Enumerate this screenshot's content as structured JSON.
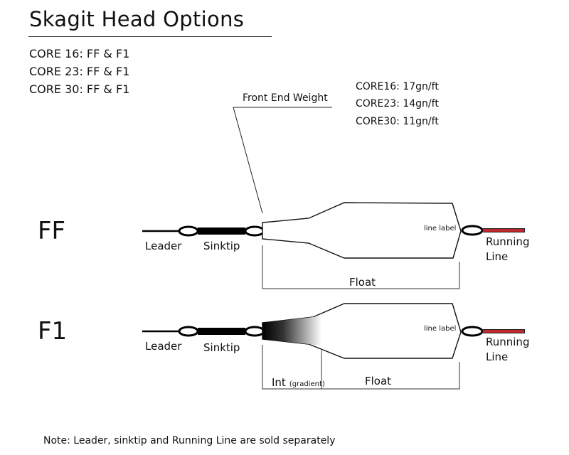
{
  "title": "Skagit Head Options",
  "core_options": [
    "CORE 16: FF & F1",
    "CORE 23: FF & F1",
    "CORE 30: FF & F1"
  ],
  "front_end_weight": {
    "label": "Front End Weight",
    "values": [
      "CORE16: 17gn/ft",
      "CORE23: 14gn/ft",
      "CORE30: 11gn/ft"
    ]
  },
  "heads": [
    {
      "name": "FF",
      "leader_label": "Leader",
      "sinktip_label": "Sinktip",
      "line_label": "line label",
      "running_line_label_1": "Running",
      "running_line_label_2": "Line",
      "sections": [
        {
          "label": "Float"
        }
      ]
    },
    {
      "name": "F1",
      "leader_label": "Leader",
      "sinktip_label": "Sinktip",
      "line_label": "line label",
      "running_line_label_1": "Running",
      "running_line_label_2": "Line",
      "sections": [
        {
          "label": "Int",
          "sublabel": "(gradient)"
        },
        {
          "label": "Float"
        }
      ]
    }
  ],
  "colors": {
    "running_line": "#c0282c",
    "ink": "#111111"
  },
  "note": "Note: Leader, sinktip and Running Line are sold separately"
}
